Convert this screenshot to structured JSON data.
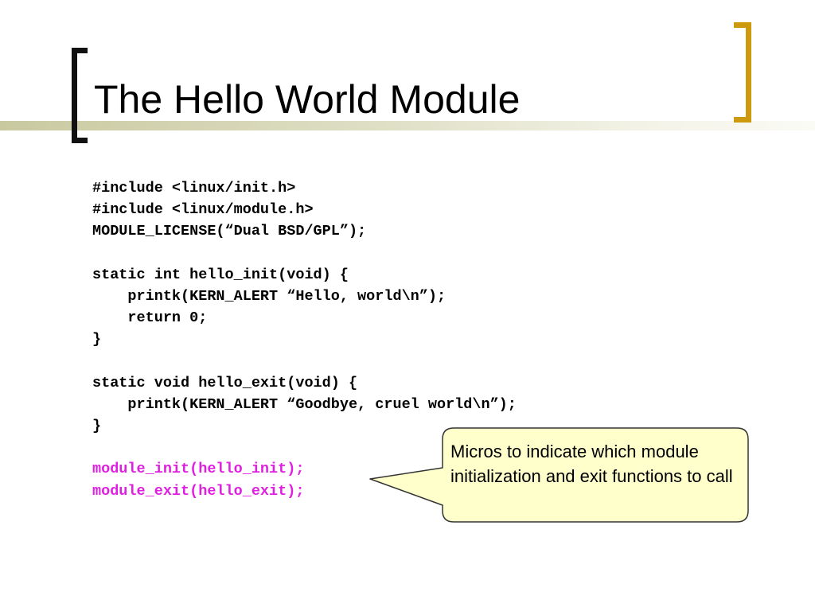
{
  "slide": {
    "title": "The Hello World Module",
    "code_lines": [
      {
        "text": "#include <linux/init.h>",
        "highlight": false
      },
      {
        "text": "#include <linux/module.h>",
        "highlight": false
      },
      {
        "text": "MODULE_LICENSE(“Dual BSD/GPL”);",
        "highlight": false
      },
      {
        "text": "",
        "highlight": false
      },
      {
        "text": "static int hello_init(void) {",
        "highlight": false
      },
      {
        "text": "    printk(KERN_ALERT “Hello, world\\n”);",
        "highlight": false
      },
      {
        "text": "    return 0;",
        "highlight": false
      },
      {
        "text": "}",
        "highlight": false
      },
      {
        "text": "",
        "highlight": false
      },
      {
        "text": "static void hello_exit(void) {",
        "highlight": false
      },
      {
        "text": "    printk(KERN_ALERT “Goodbye, cruel world\\n”);",
        "highlight": false
      },
      {
        "text": "}",
        "highlight": false
      },
      {
        "text": "",
        "highlight": false
      },
      {
        "text": "module_init(hello_init);",
        "highlight": true
      },
      {
        "text": "module_exit(hello_exit);",
        "highlight": true
      }
    ],
    "callout": {
      "text": "Micros to indicate which module initialization and exit functions to call"
    }
  },
  "colors": {
    "left_bracket": "#111111",
    "right_bracket": "#cc9a0c",
    "highlight_code": "#e020e0",
    "callout_fill": "#ffffcc",
    "callout_border": "#333333"
  }
}
